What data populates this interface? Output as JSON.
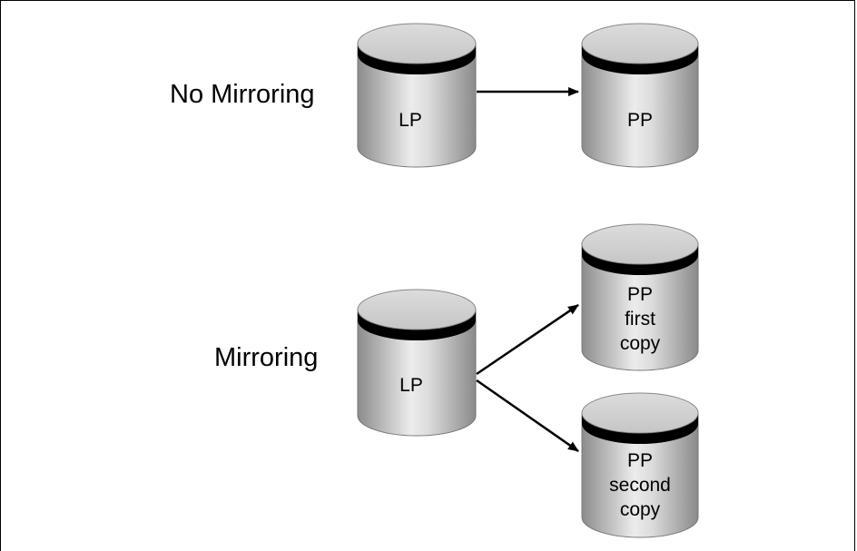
{
  "sections": {
    "no_mirroring": {
      "title": "No Mirroring",
      "lp": "LP",
      "pp": "PP"
    },
    "mirroring": {
      "title": "Mirroring",
      "lp": "LP",
      "pp_first": [
        "PP",
        "first",
        "copy"
      ],
      "pp_second": [
        "PP",
        "second",
        "copy"
      ]
    }
  },
  "colors": {
    "disk_body_light": "#e8e8e8",
    "disk_body_dark": "#8c8c8c",
    "disk_band": "#000000",
    "arrow": "#000000"
  }
}
